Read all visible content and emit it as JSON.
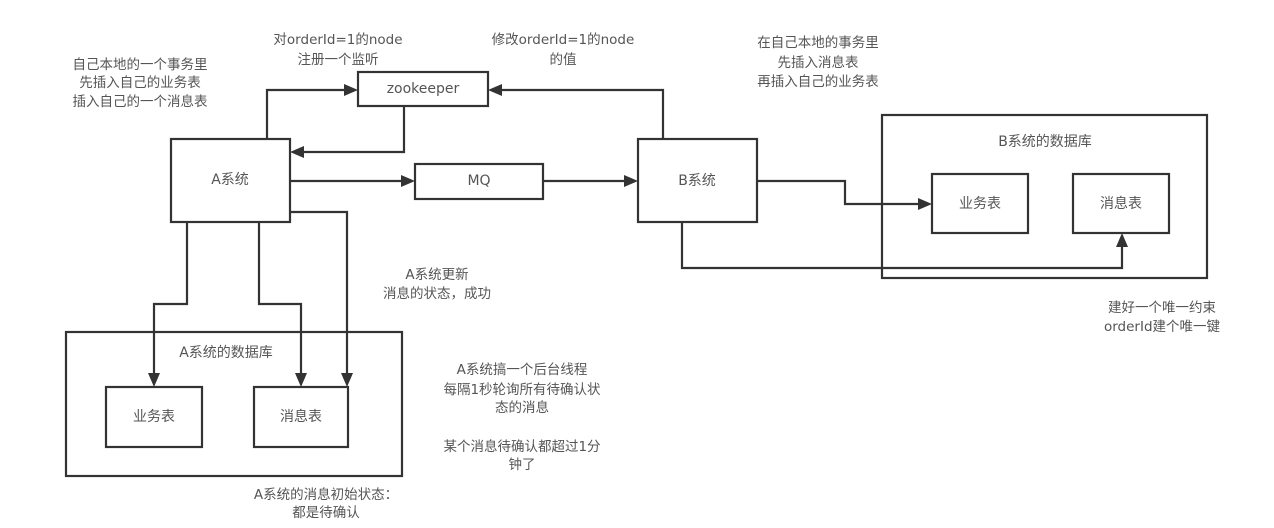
{
  "diagram": {
    "nodes": {
      "a_system": "A系统",
      "zookeeper": "zookeeper",
      "mq": "MQ",
      "b_system": "B系统",
      "a_db": {
        "title": "A系统的数据库",
        "business_table": "业务表",
        "message_table": "消息表"
      },
      "b_db": {
        "title": "B系统的数据库",
        "business_table": "业务表",
        "message_table": "消息表"
      }
    },
    "notes": {
      "a_local_tx": [
        "自己本地的一个事务里",
        "先插入自己的业务表",
        "插入自己的一个消息表"
      ],
      "register_watch": [
        "对orderId=1的node",
        "注册一个监听"
      ],
      "modify_node": [
        "修改orderId=1的node",
        "的值"
      ],
      "b_local_tx": [
        "在自己本地的事务里",
        "先插入消息表",
        "再插入自己的业务表"
      ],
      "a_update_status": [
        "A系统更新",
        "消息的状态，成功"
      ],
      "a_background_thread": [
        "A系统搞一个后台线程",
        "每隔1秒轮询所有待确认状",
        "态的消息"
      ],
      "timeout": [
        "某个消息待确认都超过1分",
        "钟了"
      ],
      "a_initial_state": [
        "A系统的消息初始状态：",
        "都是待确认"
      ],
      "unique_key": [
        "建好一个唯一约束",
        "orderId建个唯一键"
      ]
    },
    "colors": {
      "line": "#333333",
      "text": "#555555",
      "background": "#ffffff"
    }
  }
}
